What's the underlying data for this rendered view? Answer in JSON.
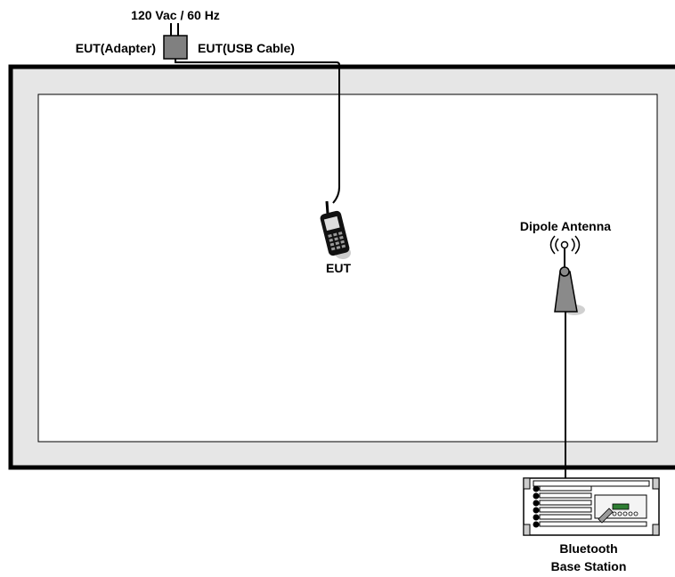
{
  "labels": {
    "power": "120 Vac / 60 Hz",
    "adapter": "EUT(Adapter)",
    "usb_cable": "EUT(USB Cable)",
    "eut": "EUT",
    "antenna": "Dipole Antenna",
    "base_station_line1": "Bluetooth",
    "base_station_line2": "Base Station"
  },
  "colors": {
    "chamber_outer": "#000000",
    "chamber_fill": "#e6e6e6",
    "chamber_inner": "#ffffff",
    "adapter": "#808080",
    "antenna_cone": "#8a8a8a"
  }
}
